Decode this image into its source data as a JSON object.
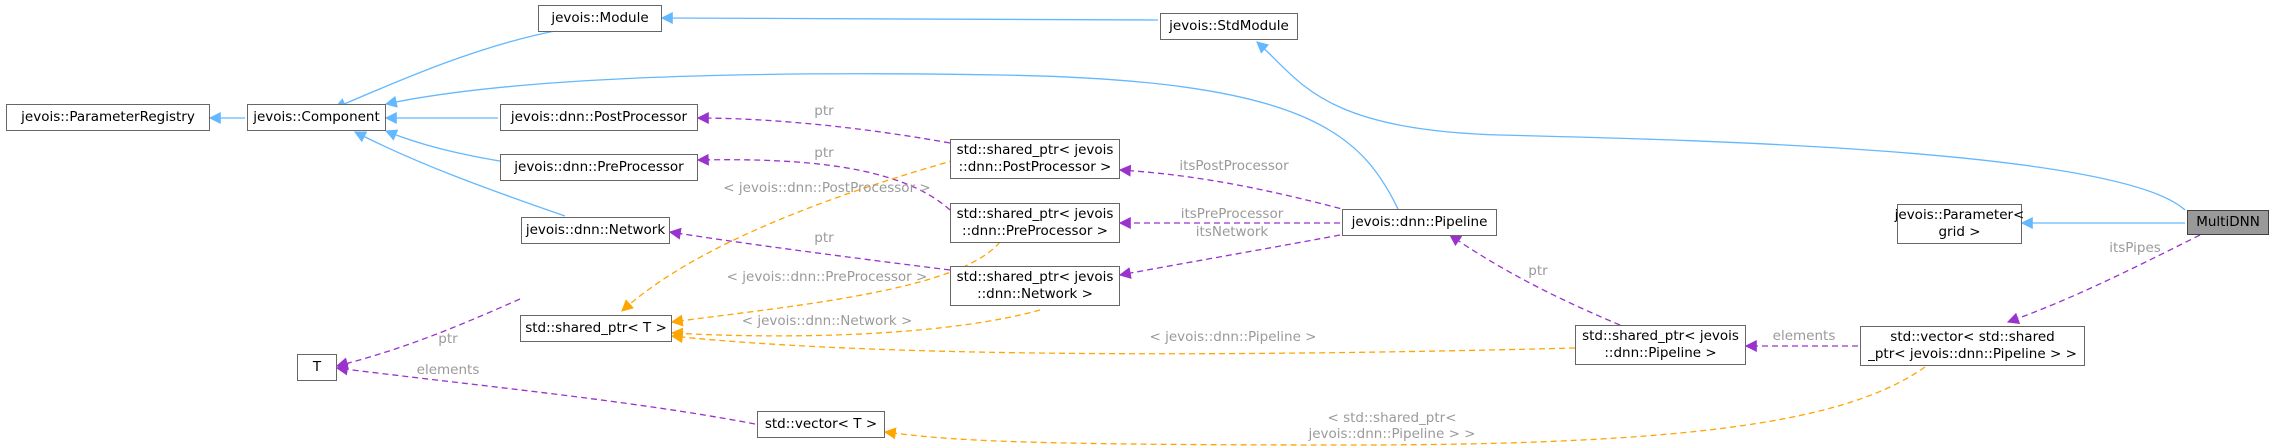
{
  "nodes": {
    "multidnn": "MultiDNN",
    "stdmodule": "jevois::StdModule",
    "module": "jevois::Module",
    "component": "jevois::Component",
    "parameter_registry": "jevois::ParameterRegistry",
    "parameter_grid": "jevois::Parameter<\ngrid >",
    "postprocessor": "jevois::dnn::PostProcessor",
    "preprocessor": "jevois::dnn::PreProcessor",
    "network": "jevois::dnn::Network",
    "pipeline": "jevois::dnn::Pipeline",
    "sp_postprocessor": "std::shared_ptr< jevois\n::dnn::PostProcessor >",
    "sp_preprocessor": "std::shared_ptr< jevois\n::dnn::PreProcessor >",
    "sp_network": "std::shared_ptr< jevois\n::dnn::Network >",
    "sp_pipeline": "std::shared_ptr< jevois\n::dnn::Pipeline >",
    "sp_T": "std::shared_ptr< T >",
    "T": "T",
    "vector_T": "std::vector< T >",
    "vector_sp_pipeline": "std::vector< std::shared\n_ptr< jevois::dnn::Pipeline > >"
  },
  "edge_labels": {
    "its_pipes": "itsPipes",
    "its_post_processor": "itsPostProcessor",
    "its_pre_processor": "itsPreProcessor",
    "its_network": "itsNetwork",
    "ptr_post": "ptr",
    "ptr_pre": "ptr",
    "ptr_net": "ptr",
    "ptr_pipeline": "ptr",
    "ptr_T": "ptr",
    "elements_pipeline": "elements",
    "elements_T": "elements",
    "tmpl_post": "< jevois::dnn::PostProcessor >",
    "tmpl_pre": "< jevois::dnn::PreProcessor >",
    "tmpl_net": "< jevois::dnn::Network >",
    "tmpl_pipeline": "< jevois::dnn::Pipeline >",
    "tmpl_vector": "< std::shared_ptr<\njevois::dnn::Pipeline > >"
  },
  "colors": {
    "inheritance": "#63b8ff",
    "usage": "#9a32cd",
    "template": "#ffa500",
    "label_text": "#9a9a9a",
    "node_border": "#666666",
    "root_fill": "#999999"
  }
}
